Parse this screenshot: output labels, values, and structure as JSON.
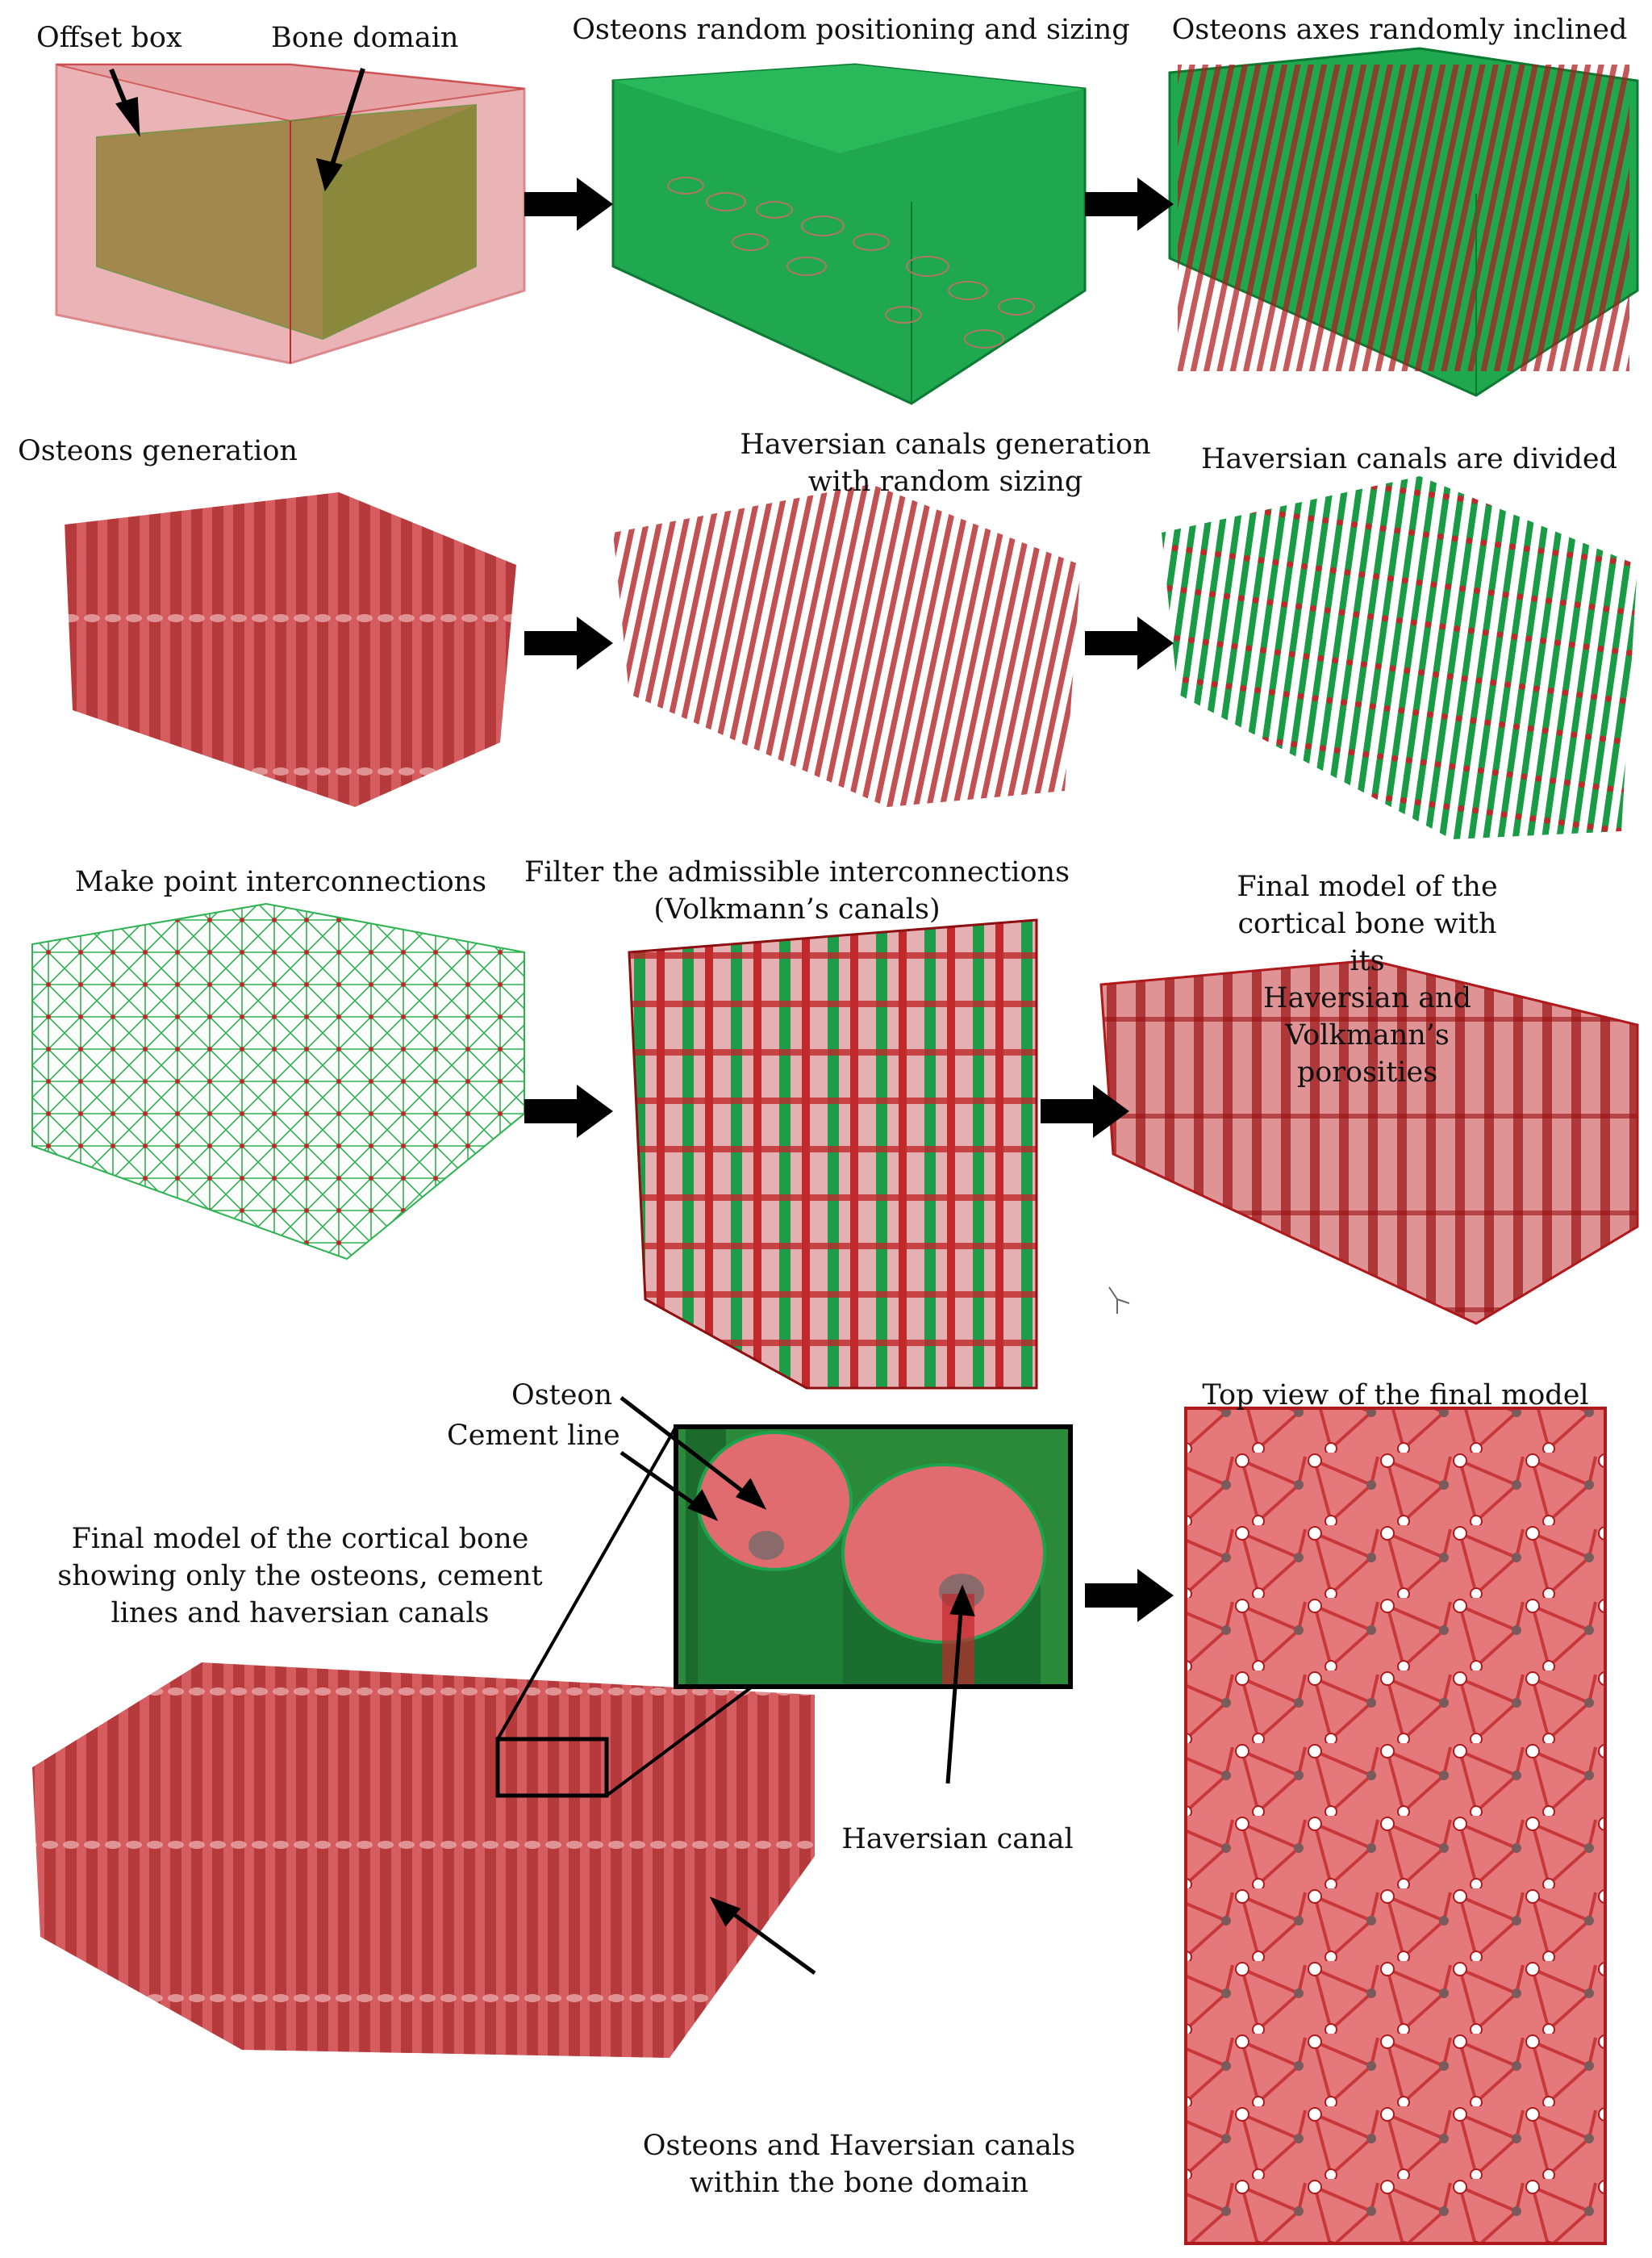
{
  "labels": {
    "offset_box": "Offset box",
    "bone_domain": "Bone domain",
    "osteons_positioning": "Osteons random positioning and sizing",
    "osteons_axes": "Osteons axes randomly inclined",
    "osteons_generation": "Osteons generation",
    "haversian_generation_1": "Haversian canals generation",
    "haversian_generation_2": "with random sizing",
    "haversian_divided": "Haversian canals are divided",
    "point_interconnections": "Make point interconnections",
    "filter_1": "Filter the admissible interconnections",
    "filter_2": "(Volkmann’s canals)",
    "final_model_1": "Final model of the cortical bone with its",
    "final_model_2": "Haversian and Volkmann’s porosities",
    "osteon": "Osteon",
    "cement_line": "Cement line",
    "top_view": "Top view of the final model",
    "final_osteons_1": "Final model of the cortical bone",
    "final_osteons_2": "showing only the osteons, cement",
    "final_osteons_3": "lines and haversian canals",
    "haversian_canal": "Haversian canal",
    "within_domain_1": "Osteons and Haversian canals",
    "within_domain_2": "within the bone domain"
  },
  "colors": {
    "bone_red": "#c0282b",
    "dark_red": "#8e0f12",
    "osteon_green": "#17a64a",
    "dark_green": "#0d7a34",
    "arrow": "#000000"
  }
}
